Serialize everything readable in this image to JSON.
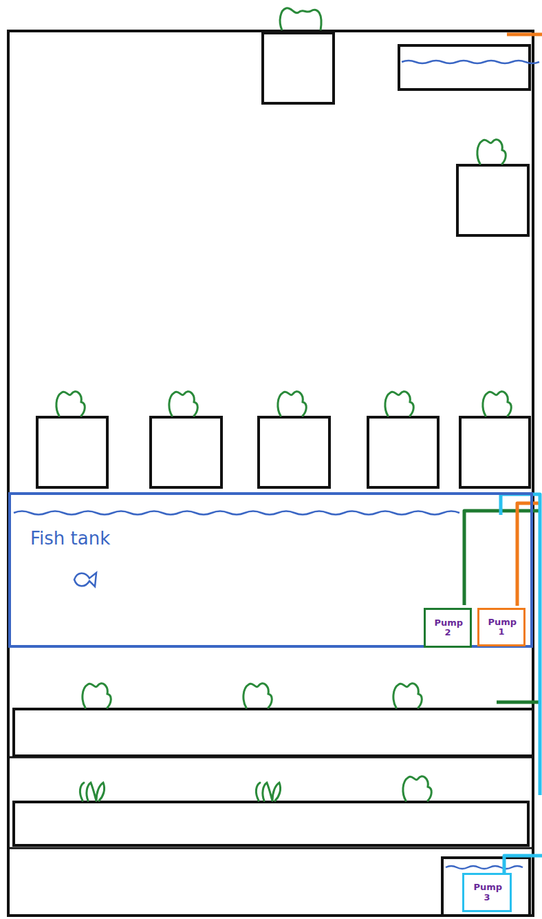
{
  "diagram": {
    "nodes": [
      {
        "text": [
          "Fish tank"
        ]
      },
      {
        "text": [
          "Pump 2"
        ],
        "in": 0
      },
      {
        "text": [
          "Pump 1"
        ],
        "in": 0
      },
      {
        "text": [
          "Pump 3"
        ]
      }
    ]
  }
}
